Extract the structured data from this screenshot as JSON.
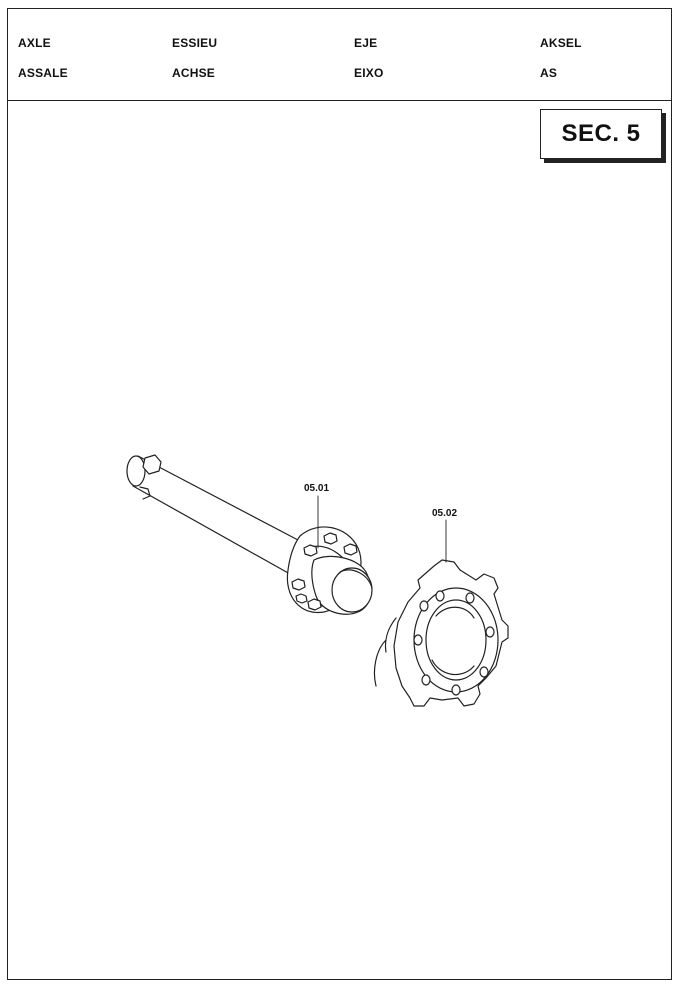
{
  "header": {
    "row1": [
      "AXLE",
      "ESSIEU",
      "EJE",
      "AKSEL"
    ],
    "row2": [
      "ASSALE",
      "ACHSE",
      "EIXO",
      "AS"
    ]
  },
  "section_badge": "SEC. 5",
  "callouts": {
    "axle_hub": "05.01",
    "brake_flange": "05.02"
  }
}
